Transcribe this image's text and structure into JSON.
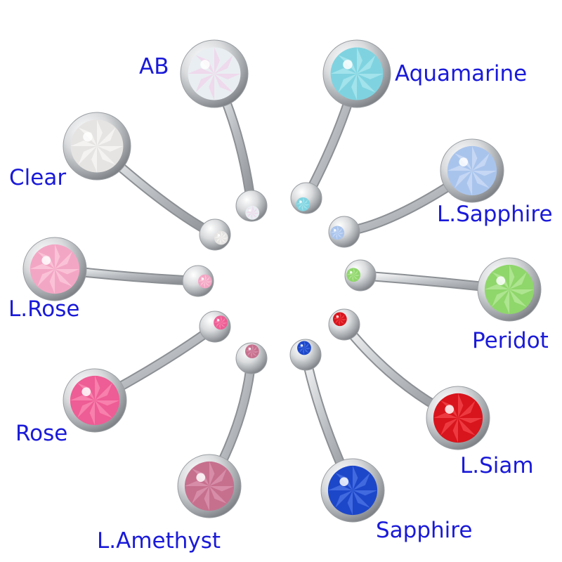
{
  "label_color": "#1a1ad9",
  "items": [
    {
      "name": "AB",
      "color": "#e9eef2",
      "facet": "#f4c8e8"
    },
    {
      "name": "Aquamarine",
      "color": "#7fd3e0",
      "facet": "#bff0f5"
    },
    {
      "name": "Clear",
      "color": "#e6e4e2",
      "facet": "#ffffff"
    },
    {
      "name": "L.Sapphire",
      "color": "#a9c4ec",
      "facet": "#dce8fb"
    },
    {
      "name": "L.Rose",
      "color": "#f3a6c4",
      "facet": "#ffd8e6"
    },
    {
      "name": "Peridot",
      "color": "#8fd66b",
      "facet": "#c8f2ae"
    },
    {
      "name": "Rose",
      "color": "#ee5d95",
      "facet": "#ff9cc0"
    },
    {
      "name": "L.Siam",
      "color": "#d8141c",
      "facet": "#ff5a5f"
    },
    {
      "name": "L.Amethyst",
      "color": "#c6708e",
      "facet": "#e6a6bd"
    },
    {
      "name": "Sapphire",
      "color": "#1d47c9",
      "facet": "#5f86f0"
    }
  ]
}
